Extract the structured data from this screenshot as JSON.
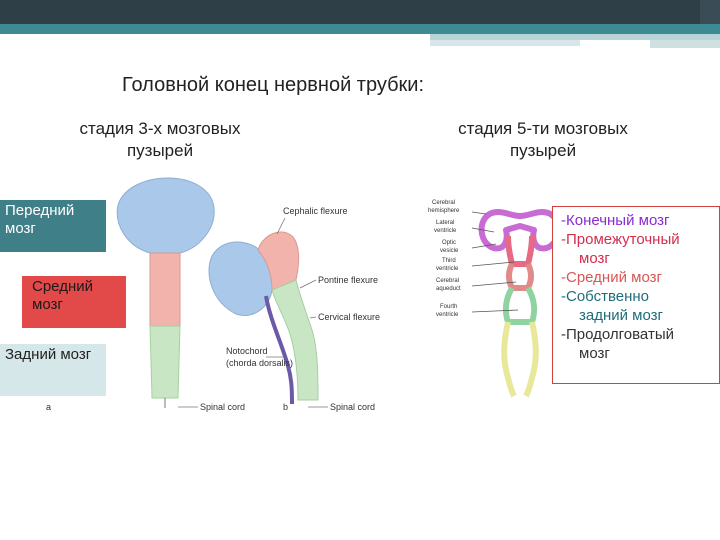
{
  "slide": {
    "title": "Головной конец нервной трубки:",
    "stage3": "стадия 3-х мозговых пузырей",
    "stage5": "стадия 5-ти мозговых пузырей"
  },
  "boxes": {
    "forebrain": "Передний мозг",
    "midbrain": "Средний мозг",
    "hindbrain": "Задний мозг"
  },
  "figure_labels": {
    "a": "a",
    "b": "b",
    "cephalic_flexure": "Cephalic flexure",
    "pontine_flexure": "Pontine flexure",
    "cervical_flexure": "Cervical flexure",
    "notochord": "Notochord",
    "chorda": "(chorda dorsalis)",
    "spinal_cord_a": "Spinal cord",
    "spinal_cord_b": "Spinal cord"
  },
  "right_labels": {
    "cerebral": "Cerebral",
    "hemispheres": "hemisphere",
    "lateral": "Lateral",
    "ventricle": "ventricle",
    "optic": "Optic",
    "vesicle": "vesicle",
    "third": "Third",
    "ventricle2": "ventricle",
    "cerebral2": "Cerebral",
    "aqueduct": "aqueduct",
    "fourth": "Fourth",
    "ventricle3": "ventricle"
  },
  "legend": {
    "telencephalon": "-Конечный мозг",
    "diencephalon_1": "-Промежуточный",
    "diencephalon_2": "мозг",
    "mesencephalon": "-Средний мозг",
    "metencephalon_1": "-Собственно",
    "metencephalon_2": "задний мозг",
    "myelencephalon_1": "-Продолговатый",
    "myelencephalon_2": "мозг"
  },
  "colors": {
    "forebrain": "#a9c8ea",
    "midbrain": "#f2b3ac",
    "hindbrain": "#c9e6c4",
    "notochord": "#6b5aa8",
    "telencephalon": "#c86bd3",
    "diencephalon": "#e56a84",
    "mesencephalon": "#e08a8a",
    "metencephalon": "#8fd4a0",
    "myelencephalon": "#e8e89a"
  }
}
